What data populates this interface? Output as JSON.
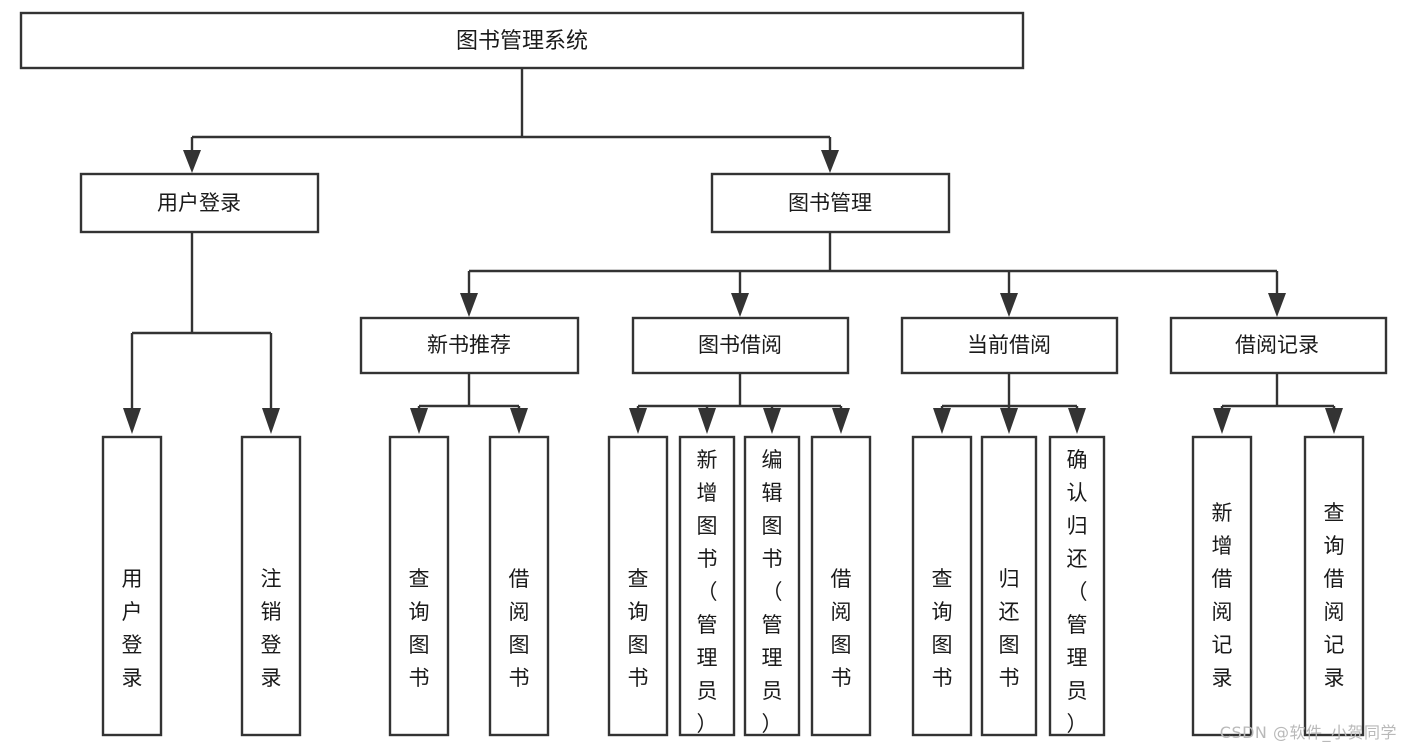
{
  "diagram": {
    "type": "tree",
    "title": "图书管理系统",
    "watermark": "CSDN @软件_小贺同学",
    "colors": {
      "stroke": "#333333",
      "fill": "#ffffff",
      "text": "#1a1a1a",
      "watermark": "#b9b9b9",
      "background": "#ffffff"
    },
    "levels": {
      "root": "图书管理系统",
      "level2": [
        "用户登录",
        "图书管理"
      ],
      "level3": [
        "新书推荐",
        "图书借阅",
        "当前借阅",
        "借阅记录"
      ]
    },
    "nodes": {
      "root": {
        "label": "图书管理系统"
      },
      "user_login": {
        "label": "用户登录"
      },
      "book_manage": {
        "label": "图书管理"
      },
      "new_book_rec": {
        "label": "新书推荐"
      },
      "book_borrow": {
        "label": "图书借阅"
      },
      "current_borrow": {
        "label": "当前借阅"
      },
      "borrow_record": {
        "label": "借阅记录"
      },
      "leaf_user_login": {
        "label": "用户登录"
      },
      "leaf_user_logout": {
        "label": "注销登录"
      },
      "leaf_query_book_1": {
        "label": "查询图书"
      },
      "leaf_borrow_book_1": {
        "label": "借阅图书"
      },
      "leaf_query_book_2": {
        "label": "查询图书"
      },
      "leaf_add_book_admin": {
        "label": "新增图书（管理员）"
      },
      "leaf_edit_book_admin": {
        "label": "编辑图书（管理员）"
      },
      "leaf_borrow_book_2": {
        "label": "借阅图书"
      },
      "leaf_query_book_3": {
        "label": "查询图书"
      },
      "leaf_return_book": {
        "label": "归还图书"
      },
      "leaf_confirm_return_admin": {
        "label": "确认归还（管理员）"
      },
      "leaf_add_borrow_record": {
        "label": "新增借阅记录"
      },
      "leaf_query_borrow_record": {
        "label": "查询借阅记录"
      }
    },
    "edges": [
      {
        "from": "root",
        "to": "user_login"
      },
      {
        "from": "root",
        "to": "book_manage"
      },
      {
        "from": "user_login",
        "to": "leaf_user_login"
      },
      {
        "from": "user_login",
        "to": "leaf_user_logout"
      },
      {
        "from": "book_manage",
        "to": "new_book_rec"
      },
      {
        "from": "book_manage",
        "to": "book_borrow"
      },
      {
        "from": "book_manage",
        "to": "current_borrow"
      },
      {
        "from": "book_manage",
        "to": "borrow_record"
      },
      {
        "from": "new_book_rec",
        "to": "leaf_query_book_1"
      },
      {
        "from": "new_book_rec",
        "to": "leaf_borrow_book_1"
      },
      {
        "from": "book_borrow",
        "to": "leaf_query_book_2"
      },
      {
        "from": "book_borrow",
        "to": "leaf_add_book_admin"
      },
      {
        "from": "book_borrow",
        "to": "leaf_edit_book_admin"
      },
      {
        "from": "book_borrow",
        "to": "leaf_borrow_book_2"
      },
      {
        "from": "current_borrow",
        "to": "leaf_query_book_3"
      },
      {
        "from": "current_borrow",
        "to": "leaf_return_book"
      },
      {
        "from": "current_borrow",
        "to": "leaf_confirm_return_admin"
      },
      {
        "from": "borrow_record",
        "to": "leaf_add_borrow_record"
      },
      {
        "from": "borrow_record",
        "to": "leaf_query_borrow_record"
      }
    ]
  }
}
